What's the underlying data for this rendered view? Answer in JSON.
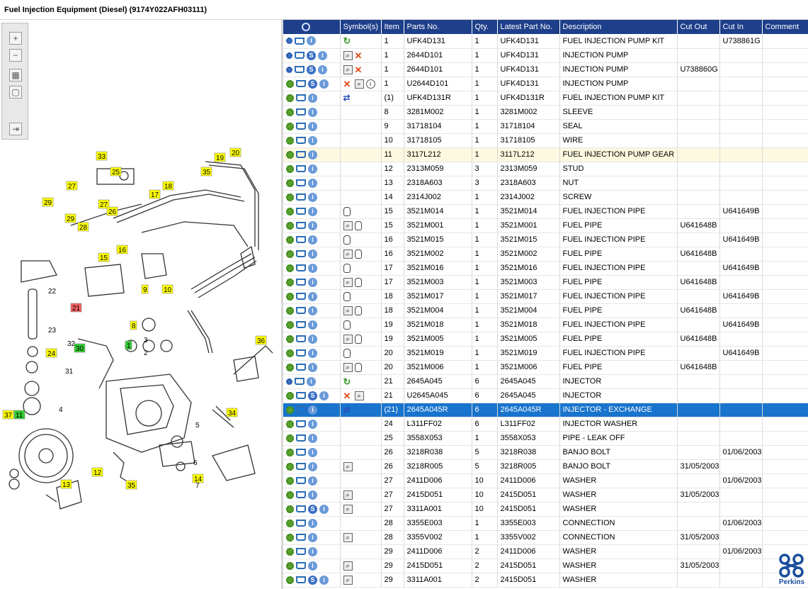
{
  "window": {
    "title": "Fuel Injection Equipment (Diesel) (9174Y022AFH03111)"
  },
  "diagram_toolbar": [
    {
      "name": "zoom-in-icon",
      "glyph": "+"
    },
    {
      "name": "zoom-out-icon",
      "glyph": "−"
    },
    {
      "name": "fit-grid-icon",
      "glyph": "▦"
    },
    {
      "name": "fit-page-icon",
      "glyph": "▢"
    },
    {
      "name": "export-icon",
      "glyph": "⇥"
    }
  ],
  "diagram": {
    "callouts": [
      {
        "label": "33",
        "style": "yellow"
      },
      {
        "label": "25",
        "style": "yellow"
      },
      {
        "label": "19",
        "style": "yellow"
      },
      {
        "label": "20",
        "style": "yellow"
      },
      {
        "label": "35",
        "style": "yellow"
      },
      {
        "label": "27",
        "style": "yellow"
      },
      {
        "label": "18",
        "style": "yellow"
      },
      {
        "label": "17",
        "style": "yellow"
      },
      {
        "label": "29",
        "style": "yellow"
      },
      {
        "label": "27",
        "style": "yellow"
      },
      {
        "label": "26",
        "style": "yellow"
      },
      {
        "label": "29",
        "style": "yellow"
      },
      {
        "label": "28",
        "style": "yellow"
      },
      {
        "label": "15",
        "style": "yellow"
      },
      {
        "label": "16",
        "style": "yellow"
      },
      {
        "label": "9",
        "style": "yellow"
      },
      {
        "label": "10",
        "style": "yellow"
      },
      {
        "label": "21",
        "style": "red"
      },
      {
        "label": "8",
        "style": "yellow"
      },
      {
        "label": "24",
        "style": "yellow"
      },
      {
        "label": "30",
        "style": "green"
      },
      {
        "label": "1",
        "style": "green"
      },
      {
        "label": "36",
        "style": "yellow"
      },
      {
        "label": "34",
        "style": "yellow"
      },
      {
        "label": "37",
        "style": "yellow"
      },
      {
        "label": "11",
        "style": "green"
      },
      {
        "label": "12",
        "style": "yellow"
      },
      {
        "label": "13",
        "style": "yellow"
      },
      {
        "label": "35",
        "style": "yellow"
      },
      {
        "label": "14",
        "style": "yellow"
      }
    ],
    "plain_labels": [
      "22",
      "23",
      "32",
      "31",
      "3",
      "2",
      "4",
      "5",
      "6",
      "7"
    ]
  },
  "grid": {
    "columns": [
      "",
      "Symbol(s)",
      "Item",
      "Parts No.",
      "Qty.",
      "Latest Part No.",
      "Description",
      "Cut Out",
      "Cut In",
      "Comment"
    ],
    "rows": [
      {
        "icons": [
          "gear2",
          "cart",
          "info"
        ],
        "symbols": [
          "cycle"
        ],
        "item": "1",
        "part": "UFK4D131",
        "qty": "1",
        "latest": "UFK4D131",
        "desc": "FUEL INJECTION PUMP KIT",
        "cut_out": "",
        "cut_in": "U738861G",
        "comment": ""
      },
      {
        "icons": [
          "gear2",
          "cart",
          "dollar",
          "info"
        ],
        "symbols": [
          "mag",
          "x"
        ],
        "item": "1",
        "part": "2644D101",
        "qty": "1",
        "latest": "UFK4D131",
        "desc": "INJECTION PUMP",
        "cut_out": "",
        "cut_in": "",
        "comment": ""
      },
      {
        "icons": [
          "gear2",
          "cart",
          "dollar",
          "info"
        ],
        "symbols": [
          "mag",
          "x"
        ],
        "item": "1",
        "part": "2644D101",
        "qty": "1",
        "latest": "UFK4D131",
        "desc": "INJECTION PUMP",
        "cut_out": "U738860G",
        "cut_in": "",
        "comment": ""
      },
      {
        "icons": [
          "gear",
          "cart",
          "dollar",
          "info"
        ],
        "symbols": [
          "x",
          "mag",
          "bubble"
        ],
        "item": "1",
        "part": "U2644D101",
        "qty": "1",
        "latest": "UFK4D131",
        "desc": "INJECTION PUMP",
        "cut_out": "",
        "cut_in": "",
        "comment": ""
      },
      {
        "icons": [
          "gear",
          "cart",
          "info"
        ],
        "symbols": [
          "swap"
        ],
        "item": "(1)",
        "part": "UFK4D131R",
        "qty": "1",
        "latest": "UFK4D131R",
        "desc": "FUEL INJECTION PUMP KIT",
        "cut_out": "",
        "cut_in": "",
        "comment": ""
      },
      {
        "icons": [
          "gear",
          "cart",
          "info"
        ],
        "symbols": [],
        "item": "8",
        "part": "3281M002",
        "qty": "1",
        "latest": "3281M002",
        "desc": "SLEEVE",
        "cut_out": "",
        "cut_in": "",
        "comment": ""
      },
      {
        "icons": [
          "gear",
          "cart",
          "info"
        ],
        "symbols": [],
        "item": "9",
        "part": "31718104",
        "qty": "1",
        "latest": "31718104",
        "desc": "SEAL",
        "cut_out": "",
        "cut_in": "",
        "comment": ""
      },
      {
        "icons": [
          "gear",
          "cart",
          "info"
        ],
        "symbols": [],
        "item": "10",
        "part": "31718105",
        "qty": "1",
        "latest": "31718105",
        "desc": "WIRE",
        "cut_out": "",
        "cut_in": "",
        "comment": ""
      },
      {
        "icons": [
          "gear",
          "cart",
          "info"
        ],
        "symbols": [],
        "item": "11",
        "part": "3117L212",
        "qty": "1",
        "latest": "3117L212",
        "desc": "FUEL INJECTION PUMP GEAR",
        "cut_out": "",
        "cut_in": "",
        "comment": "",
        "highlight": true
      },
      {
        "icons": [
          "gear",
          "cart",
          "info"
        ],
        "symbols": [],
        "item": "12",
        "part": "2313M059",
        "qty": "3",
        "latest": "2313M059",
        "desc": "STUD",
        "cut_out": "",
        "cut_in": "",
        "comment": ""
      },
      {
        "icons": [
          "gear",
          "cart",
          "info"
        ],
        "symbols": [],
        "item": "13",
        "part": "2318A603",
        "qty": "3",
        "latest": "2318A603",
        "desc": "NUT",
        "cut_out": "",
        "cut_in": "",
        "comment": ""
      },
      {
        "icons": [
          "gear",
          "cart",
          "info"
        ],
        "symbols": [],
        "item": "14",
        "part": "2314J002",
        "qty": "1",
        "latest": "2314J002",
        "desc": "SCREW",
        "cut_out": "",
        "cut_in": "",
        "comment": ""
      },
      {
        "icons": [
          "gear",
          "cart",
          "info"
        ],
        "symbols": [
          "can"
        ],
        "item": "15",
        "part": "3521M014",
        "qty": "1",
        "latest": "3521M014",
        "desc": "FUEL INJECTION PIPE",
        "cut_out": "",
        "cut_in": "U641649B",
        "comment": ""
      },
      {
        "icons": [
          "gear",
          "cart",
          "info"
        ],
        "symbols": [
          "mag",
          "can"
        ],
        "item": "15",
        "part": "3521M001",
        "qty": "1",
        "latest": "3521M001",
        "desc": "FUEL PIPE",
        "cut_out": "U641648B",
        "cut_in": "",
        "comment": ""
      },
      {
        "icons": [
          "gear",
          "cart",
          "info"
        ],
        "symbols": [
          "can"
        ],
        "item": "16",
        "part": "3521M015",
        "qty": "1",
        "latest": "3521M015",
        "desc": "FUEL INJECTION PIPE",
        "cut_out": "",
        "cut_in": "U641649B",
        "comment": ""
      },
      {
        "icons": [
          "gear",
          "cart",
          "info"
        ],
        "symbols": [
          "mag",
          "can"
        ],
        "item": "16",
        "part": "3521M002",
        "qty": "1",
        "latest": "3521M002",
        "desc": "FUEL PIPE",
        "cut_out": "U641648B",
        "cut_in": "",
        "comment": ""
      },
      {
        "icons": [
          "gear",
          "cart",
          "info"
        ],
        "symbols": [
          "can"
        ],
        "item": "17",
        "part": "3521M016",
        "qty": "1",
        "latest": "3521M016",
        "desc": "FUEL INJECTION PIPE",
        "cut_out": "",
        "cut_in": "U641649B",
        "comment": ""
      },
      {
        "icons": [
          "gear",
          "cart",
          "info"
        ],
        "symbols": [
          "mag",
          "can"
        ],
        "item": "17",
        "part": "3521M003",
        "qty": "1",
        "latest": "3521M003",
        "desc": "FUEL PIPE",
        "cut_out": "U641648B",
        "cut_in": "",
        "comment": ""
      },
      {
        "icons": [
          "gear",
          "cart",
          "info"
        ],
        "symbols": [
          "can"
        ],
        "item": "18",
        "part": "3521M017",
        "qty": "1",
        "latest": "3521M017",
        "desc": "FUEL INJECTION PIPE",
        "cut_out": "",
        "cut_in": "U641649B",
        "comment": ""
      },
      {
        "icons": [
          "gear",
          "cart",
          "info"
        ],
        "symbols": [
          "mag",
          "can"
        ],
        "item": "18",
        "part": "3521M004",
        "qty": "1",
        "latest": "3521M004",
        "desc": "FUEL PIPE",
        "cut_out": "U641648B",
        "cut_in": "",
        "comment": ""
      },
      {
        "icons": [
          "gear",
          "cart",
          "info"
        ],
        "symbols": [
          "can"
        ],
        "item": "19",
        "part": "3521M018",
        "qty": "1",
        "latest": "3521M018",
        "desc": "FUEL INJECTION PIPE",
        "cut_out": "",
        "cut_in": "U641649B",
        "comment": ""
      },
      {
        "icons": [
          "gear",
          "cart",
          "info"
        ],
        "symbols": [
          "mag",
          "can"
        ],
        "item": "19",
        "part": "3521M005",
        "qty": "1",
        "latest": "3521M005",
        "desc": "FUEL PIPE",
        "cut_out": "U641648B",
        "cut_in": "",
        "comment": ""
      },
      {
        "icons": [
          "gear",
          "cart",
          "info"
        ],
        "symbols": [
          "can"
        ],
        "item": "20",
        "part": "3521M019",
        "qty": "1",
        "latest": "3521M019",
        "desc": "FUEL INJECTION PIPE",
        "cut_out": "",
        "cut_in": "U641649B",
        "comment": ""
      },
      {
        "icons": [
          "gear",
          "cart",
          "info"
        ],
        "symbols": [
          "mag",
          "can"
        ],
        "item": "20",
        "part": "3521M006",
        "qty": "1",
        "latest": "3521M006",
        "desc": "FUEL PIPE",
        "cut_out": "U641648B",
        "cut_in": "",
        "comment": ""
      },
      {
        "icons": [
          "gear2",
          "cart",
          "info"
        ],
        "symbols": [
          "cycle"
        ],
        "item": "21",
        "part": "2645A045",
        "qty": "6",
        "latest": "2645A045",
        "desc": "INJECTOR",
        "cut_out": "",
        "cut_in": "",
        "comment": ""
      },
      {
        "icons": [
          "gear",
          "cart",
          "dollar",
          "info"
        ],
        "symbols": [
          "x",
          "mag"
        ],
        "item": "21",
        "part": "U2645A045",
        "qty": "6",
        "latest": "2645A045",
        "desc": "INJECTOR",
        "cut_out": "",
        "cut_in": "",
        "comment": ""
      },
      {
        "icons": [
          "gear",
          "cart",
          "info"
        ],
        "symbols": [
          "swap"
        ],
        "item": "(21)",
        "part": "2645A045R",
        "qty": "6",
        "latest": "2645A045R",
        "desc": "INJECTOR - EXCHANGE",
        "cut_out": "",
        "cut_in": "",
        "comment": "",
        "selected": true
      },
      {
        "icons": [
          "gear",
          "cart",
          "info"
        ],
        "symbols": [],
        "item": "24",
        "part": "L311FF02",
        "qty": "6",
        "latest": "L311FF02",
        "desc": "INJECTOR WASHER",
        "cut_out": "",
        "cut_in": "",
        "comment": ""
      },
      {
        "icons": [
          "gear",
          "cart",
          "info"
        ],
        "symbols": [],
        "item": "25",
        "part": "3558X053",
        "qty": "1",
        "latest": "3558X053",
        "desc": "PIPE - LEAK OFF",
        "cut_out": "",
        "cut_in": "",
        "comment": ""
      },
      {
        "icons": [
          "gear",
          "cart",
          "info"
        ],
        "symbols": [],
        "item": "26",
        "part": "3218R038",
        "qty": "5",
        "latest": "3218R038",
        "desc": "BANJO BOLT",
        "cut_out": "",
        "cut_in": "01/06/2003",
        "comment": ""
      },
      {
        "icons": [
          "gear",
          "cart",
          "info"
        ],
        "symbols": [
          "mag"
        ],
        "item": "26",
        "part": "3218R005",
        "qty": "5",
        "latest": "3218R005",
        "desc": "BANJO BOLT",
        "cut_out": "31/05/2003",
        "cut_in": "",
        "comment": ""
      },
      {
        "icons": [
          "gear",
          "cart",
          "info"
        ],
        "symbols": [],
        "item": "27",
        "part": "2411D006",
        "qty": "10",
        "latest": "2411D006",
        "desc": "WASHER",
        "cut_out": "",
        "cut_in": "01/06/2003",
        "comment": ""
      },
      {
        "icons": [
          "gear",
          "cart",
          "info"
        ],
        "symbols": [
          "mag"
        ],
        "item": "27",
        "part": "2415D051",
        "qty": "10",
        "latest": "2415D051",
        "desc": "WASHER",
        "cut_out": "31/05/2003",
        "cut_in": "",
        "comment": ""
      },
      {
        "icons": [
          "gear",
          "cart",
          "dollar",
          "info"
        ],
        "symbols": [
          "mag"
        ],
        "item": "27",
        "part": "3311A001",
        "qty": "10",
        "latest": "2415D051",
        "desc": "WASHER",
        "cut_out": "",
        "cut_in": "",
        "comment": ""
      },
      {
        "icons": [
          "gear",
          "cart",
          "info"
        ],
        "symbols": [],
        "item": "28",
        "part": "3355E003",
        "qty": "1",
        "latest": "3355E003",
        "desc": "CONNECTION",
        "cut_out": "",
        "cut_in": "01/06/2003",
        "comment": ""
      },
      {
        "icons": [
          "gear",
          "cart",
          "info"
        ],
        "symbols": [
          "mag"
        ],
        "item": "28",
        "part": "3355V002",
        "qty": "1",
        "latest": "3355V002",
        "desc": "CONNECTION",
        "cut_out": "31/05/2003",
        "cut_in": "",
        "comment": ""
      },
      {
        "icons": [
          "gear",
          "cart",
          "info"
        ],
        "symbols": [],
        "item": "29",
        "part": "2411D006",
        "qty": "2",
        "latest": "2411D006",
        "desc": "WASHER",
        "cut_out": "",
        "cut_in": "01/06/2003",
        "comment": ""
      },
      {
        "icons": [
          "gear",
          "cart",
          "info"
        ],
        "symbols": [
          "mag"
        ],
        "item": "29",
        "part": "2415D051",
        "qty": "2",
        "latest": "2415D051",
        "desc": "WASHER",
        "cut_out": "31/05/2003",
        "cut_in": "",
        "comment": ""
      },
      {
        "icons": [
          "gear",
          "cart",
          "dollar",
          "info"
        ],
        "symbols": [
          "mag"
        ],
        "item": "29",
        "part": "3311A001",
        "qty": "2",
        "latest": "2415D051",
        "desc": "WASHER",
        "cut_out": "",
        "cut_in": "",
        "comment": ""
      }
    ]
  },
  "brand": {
    "name": "Perkins",
    "color": "#1a4e9c"
  },
  "colors": {
    "header": "#1e3f8a",
    "selected": "#1874cd",
    "highlight": "#fdf9e0",
    "callout": "#ffff00"
  }
}
